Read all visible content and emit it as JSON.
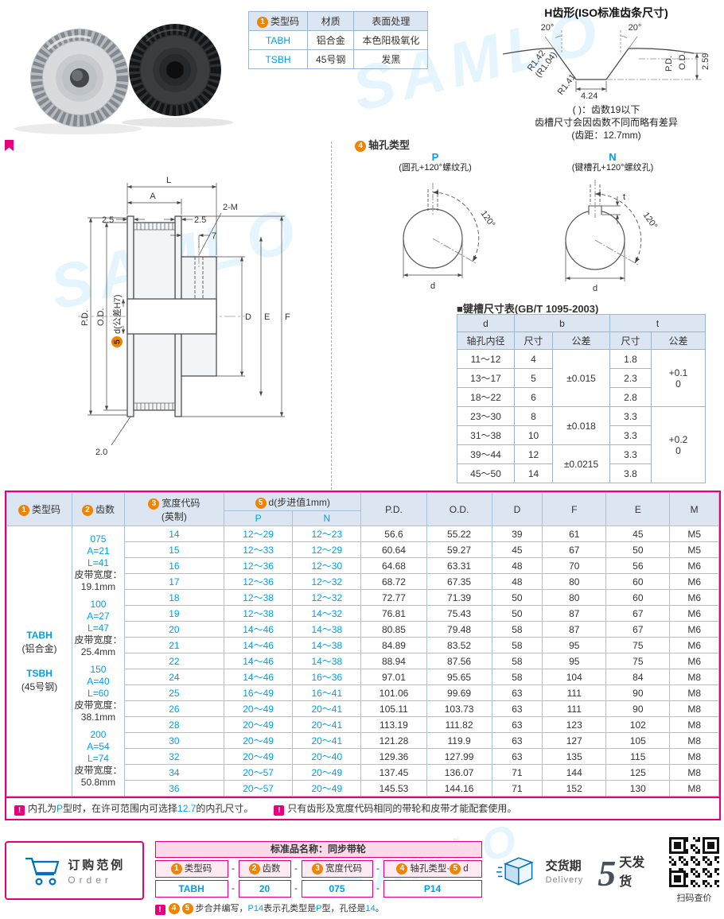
{
  "watermark": "SAMLO",
  "icons": {
    "bang": "!"
  },
  "material_table": {
    "h": {
      "num": "1",
      "c0": "类型码",
      "c1": "材质",
      "c2": "表面处理"
    },
    "rows": [
      [
        "TABH",
        "铝合金",
        "本色阳极氧化"
      ],
      [
        "TSBH",
        "45号钢",
        "发黑"
      ]
    ]
  },
  "tooth_profile": {
    "title": "H齿形(ISO标准齿条尺寸)",
    "angle_left": "20°",
    "angle_right": "20°",
    "labels": {
      "r1": "R1.42",
      "r1_alt": "(R1.04)",
      "r2": "R1.41",
      "width": "4.24",
      "height": "2.59",
      "od": "O.D.",
      "pd": "P.D."
    },
    "notes": [
      "( )：齿数19以下",
      "齿槽尺寸会因齿数不同而略有差异",
      "(齿距：12.7mm)"
    ]
  },
  "drawing": {
    "dims": {
      "L": "L",
      "A": "A",
      "flange_left": "2.5",
      "flange_right": "2.5",
      "seven": "7",
      "m": "2-M",
      "pd": "P.D.",
      "od": "O.D.",
      "bore_num": "5",
      "bore": "d(公差H7)",
      "D": "D",
      "E": "E",
      "F": "F",
      "two": "2.0"
    }
  },
  "shaft_holes": {
    "num": "4",
    "title": "轴孔类型",
    "p": {
      "label": "P",
      "desc": "(圆孔+120°螺纹孔)",
      "angle": "120°",
      "dim": "d"
    },
    "n": {
      "label": "N",
      "desc": "(键槽孔+120°螺纹孔)",
      "angle": "120°",
      "dim": "d",
      "t": "t"
    }
  },
  "keyway_table": {
    "title": "■键槽尺寸表(GB/T 1095-2003)",
    "head": {
      "d": "d",
      "b": "b",
      "t": "t",
      "dsub": "轴孔内径",
      "size": "尺寸",
      "tol": "公差"
    },
    "rows": [
      [
        "11～12",
        "4",
        "1.8"
      ],
      [
        "13～17",
        "5",
        "2.3"
      ],
      [
        "18～22",
        "6",
        "2.8"
      ],
      [
        "23～30",
        "8",
        "3.3"
      ],
      [
        "31～38",
        "10",
        "3.3"
      ],
      [
        "39～44",
        "12",
        "3.3"
      ],
      [
        "45～50",
        "14",
        "3.8"
      ]
    ],
    "b_tols": [
      {
        "text": "±0.015",
        "span": 3
      },
      {
        "text": "±0.018",
        "span": 2
      },
      {
        "text": "±0.0215",
        "span": 2
      }
    ],
    "t_tols": [
      {
        "line1": "+0.1",
        "line2": "0",
        "span": 3
      },
      {
        "line1": "+0.2",
        "line2": "0",
        "span": 4
      }
    ]
  },
  "main_table": {
    "headers": {
      "c1num": "1",
      "c1": "类型码",
      "c2num": "2",
      "c2": "齿数",
      "c3num": "3",
      "c3": "宽度代码",
      "c3sub": "(英制)",
      "c4num": "5",
      "c4": "d(步进值1mm)",
      "p": "P",
      "n": "N",
      "pd": "P.D.",
      "od": "O.D.",
      "d": "D",
      "f": "F",
      "e": "E",
      "m": "M"
    },
    "type_cell": {
      "code1": "TABH",
      "mat1": "(铝合金)",
      "code2": "TSBH",
      "mat2": "(45号钢)"
    },
    "width_groups": [
      {
        "code": "075",
        "a": "A=21",
        "l": "L=41",
        "belt": "皮带宽度：19.1mm"
      },
      {
        "code": "100",
        "a": "A=27",
        "l": "L=47",
        "belt": "皮带宽度：25.4mm"
      },
      {
        "code": "150",
        "a": "A=40",
        "l": "L=60",
        "belt": "皮带宽度：38.1mm"
      },
      {
        "code": "200",
        "a": "A=54",
        "l": "L=74",
        "belt": "皮带宽度：50.8mm"
      }
    ],
    "rows": [
      {
        "teeth": "14",
        "p": "12～29",
        "n": "12～23",
        "pd": "56.6",
        "od": "55.22",
        "d": "39",
        "f": "61",
        "e": "45",
        "m": "M5"
      },
      {
        "teeth": "15",
        "p": "12～33",
        "n": "12～29",
        "pd": "60.64",
        "od": "59.27",
        "d": "45",
        "f": "67",
        "e": "50",
        "m": "M5"
      },
      {
        "teeth": "16",
        "p": "12～36",
        "n": "12～30",
        "pd": "64.68",
        "od": "63.31",
        "d": "48",
        "f": "70",
        "e": "56",
        "m": "M6"
      },
      {
        "teeth": "17",
        "p": "12～36",
        "n": "12～32",
        "pd": "68.72",
        "od": "67.35",
        "d": "48",
        "f": "80",
        "e": "60",
        "m": "M6"
      },
      {
        "teeth": "18",
        "p": "12～38",
        "n": "12～32",
        "pd": "72.77",
        "od": "71.39",
        "d": "50",
        "f": "80",
        "e": "60",
        "m": "M6"
      },
      {
        "teeth": "19",
        "p": "12～38",
        "n": "14～32",
        "pd": "76.81",
        "od": "75.43",
        "d": "50",
        "f": "87",
        "e": "67",
        "m": "M6"
      },
      {
        "teeth": "20",
        "p": "14～46",
        "n": "14～38",
        "pd": "80.85",
        "od": "79.48",
        "d": "58",
        "f": "87",
        "e": "67",
        "m": "M6"
      },
      {
        "teeth": "21",
        "p": "14～46",
        "n": "14～38",
        "pd": "84.89",
        "od": "83.52",
        "d": "58",
        "f": "95",
        "e": "75",
        "m": "M6"
      },
      {
        "teeth": "22",
        "p": "14～46",
        "n": "14～38",
        "pd": "88.94",
        "od": "87.56",
        "d": "58",
        "f": "95",
        "e": "75",
        "m": "M6"
      },
      {
        "teeth": "24",
        "p": "14～46",
        "n": "16～36",
        "pd": "97.01",
        "od": "95.65",
        "d": "58",
        "f": "104",
        "e": "84",
        "m": "M8"
      },
      {
        "teeth": "25",
        "p": "16～49",
        "n": "16～41",
        "pd": "101.06",
        "od": "99.69",
        "d": "63",
        "f": "111",
        "e": "90",
        "m": "M8"
      },
      {
        "teeth": "26",
        "p": "20～49",
        "n": "20～41",
        "pd": "105.11",
        "od": "103.73",
        "d": "63",
        "f": "111",
        "e": "90",
        "m": "M8"
      },
      {
        "teeth": "28",
        "p": "20～49",
        "n": "20～41",
        "pd": "113.19",
        "od": "111.82",
        "d": "63",
        "f": "123",
        "e": "102",
        "m": "M8"
      },
      {
        "teeth": "30",
        "p": "20～49",
        "n": "20～41",
        "pd": "121.28",
        "od": "119.9",
        "d": "63",
        "f": "127",
        "e": "105",
        "m": "M8"
      },
      {
        "teeth": "32",
        "p": "20～49",
        "n": "20～40",
        "pd": "129.36",
        "od": "127.99",
        "d": "63",
        "f": "135",
        "e": "115",
        "m": "M8"
      },
      {
        "teeth": "34",
        "p": "20～57",
        "n": "20～49",
        "pd": "137.45",
        "od": "136.07",
        "d": "71",
        "f": "144",
        "e": "125",
        "m": "M8"
      },
      {
        "teeth": "36",
        "p": "20～57",
        "n": "20～49",
        "pd": "145.53",
        "od": "144.16",
        "d": "71",
        "f": "152",
        "e": "130",
        "m": "M8"
      }
    ]
  },
  "footnotes": [
    {
      "parts": [
        {
          "t": "内孔为"
        },
        {
          "t": "P",
          "blue": true
        },
        {
          "t": "型时，在许可范围内可选择"
        },
        {
          "t": "12.7",
          "blue": true
        },
        {
          "t": "的内孔尺寸。"
        }
      ]
    },
    {
      "parts": [
        {
          "t": "只有齿形及宽度代码相同的带轮和皮带才能配套使用。"
        }
      ]
    }
  ],
  "order": {
    "box_cn": "订购范例",
    "box_en": "Order",
    "title": "标准品名称：同步带轮",
    "cols": [
      {
        "num": "1",
        "label": "类型码"
      },
      {
        "num": "2",
        "label": "齿数"
      },
      {
        "num": "3",
        "label": "宽度代码"
      },
      {
        "num": "4",
        "label": "轴孔类型·",
        "num2": "5",
        "label2": "d"
      }
    ],
    "dash": "-",
    "values": [
      "TABH",
      "20",
      "075",
      "P14"
    ],
    "note_num1": "4",
    "note_num2": "5",
    "note_parts": [
      {
        "t": "步合并编写，"
      },
      {
        "t": "P14",
        "blue": true
      },
      {
        "t": "表示孔类型是"
      },
      {
        "t": "P",
        "blue": true
      },
      {
        "t": "型，孔径是"
      },
      {
        "t": "14",
        "blue": true
      },
      {
        "t": "。"
      }
    ]
  },
  "delivery": {
    "cn": "交货期",
    "en": "Delivery",
    "num": "5",
    "text": "天发货",
    "qr_caption": "扫码查价"
  }
}
